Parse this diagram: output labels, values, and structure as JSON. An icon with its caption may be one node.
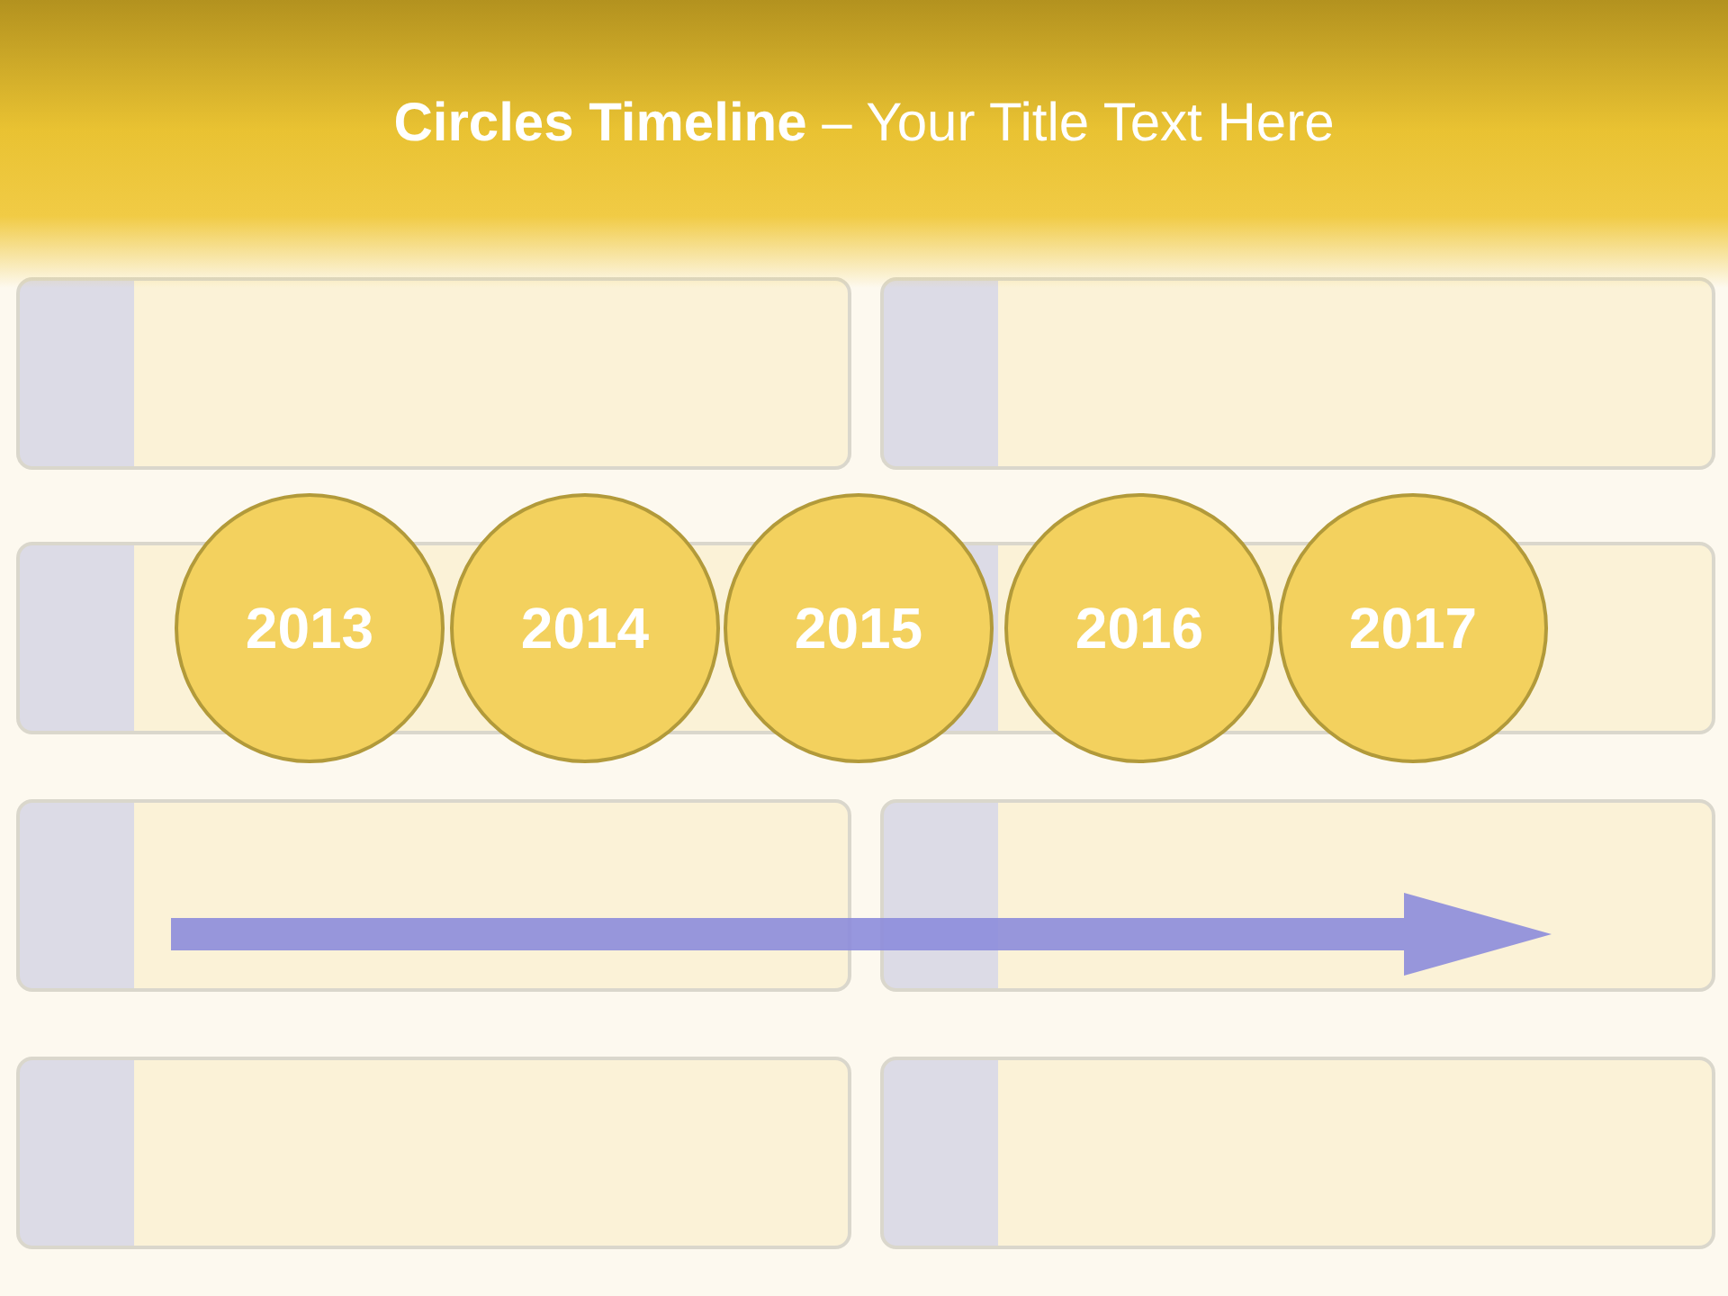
{
  "diagram": {
    "title": "**Circles Timeline** – Your Title Text Here",
    "nodes": [
      {
        "text": [
          "2013"
        ]
      },
      {
        "text": [
          "2014"
        ]
      },
      {
        "text": [
          "2015"
        ]
      },
      {
        "text": [
          "2016"
        ]
      },
      {
        "text": [
          "2017"
        ]
      }
    ]
  }
}
